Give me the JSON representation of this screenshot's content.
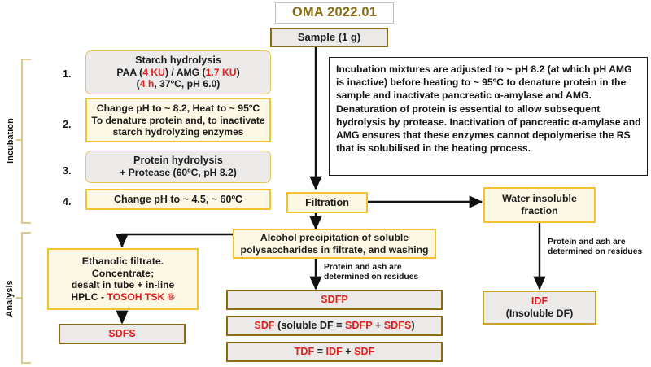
{
  "title_box": {
    "label": "OMA 2022.01"
  },
  "sample_box": {
    "label": "Sample (1 g)"
  },
  "section_labels": {
    "incubation": "Incubation",
    "analysis": "Analysis"
  },
  "steps": [
    {
      "number": "1.",
      "line1": "Starch hydrolysis",
      "line2_a": "PAA (",
      "line2_red1": "4 KU",
      "line2_b": ") / AMG (",
      "line2_red2": "1.7 KU",
      "line2_c": ")",
      "line3_red": "4 h",
      "line3_rest": ", 37ºC, pH 6.0)",
      "line3_pre": "("
    },
    {
      "number": "2.",
      "line1": "Change pH to ~ 8.2, Heat to ~ 95ºC",
      "line2": "To denature protein and, to inactivate",
      "line3": "starch hydrolyzing enzymes"
    },
    {
      "number": "3.",
      "line1": "Protein hydrolysis",
      "line2": "+ Protease (60ºC, pH 8.2)"
    },
    {
      "number": "4.",
      "line1": "Change pH to ~ 4.5, ~ 60ºC"
    }
  ],
  "note": {
    "text": "Incubation mixtures are adjusted to ~ pH 8.2 (at which pH AMG is inactive) before heating to ~ 95ºC to denature protein in the sample and inactivate pancreatic α-amylase and AMG. Denaturation of protein is essential to allow subsequent hydrolysis by protease. Inactivation of pancreatic α-amylase and AMG ensures that these enzymes cannot depolymerise the RS that is solubilised in the heating process."
  },
  "filtration_box": {
    "label": "Filtration"
  },
  "water_insoluble_box": {
    "line1": "Water insoluble",
    "line2": "fraction"
  },
  "alcohol_box": {
    "line1": "Alcohol  precipitation of soluble",
    "line2": "polysaccharides in filtrate,  and washing"
  },
  "ethanolic_box": {
    "line1": "Ethanolic filtrate.",
    "line2": "Concentrate;",
    "line3": "desalt in tube + in-line",
    "line4_pre": "HPLC - ",
    "line4_red": "TOSOH TSK ®"
  },
  "captions": {
    "protein_ash_left_l1": "Protein and ash are",
    "protein_ash_left_l2": "determined on residues",
    "protein_ash_right_l1": "Protein and ash are",
    "protein_ash_right_l2": "determined on residues"
  },
  "results": {
    "sdfs": {
      "label": "SDFS"
    },
    "sdfp": {
      "label": "SDFP"
    },
    "sdf": {
      "pre": "SDF",
      "mid": " (soluble DF = ",
      "a": "SDFP",
      "plus": " + ",
      "b": "SDFS",
      "post": ")"
    },
    "tdf": {
      "pre": "TDF",
      "eq": " = ",
      "a": "IDF",
      "plus": " + ",
      "b": "SDF"
    },
    "idf": {
      "label": "IDF",
      "sub": "(Insoluble DF)"
    }
  },
  "colors": {
    "accent_gold": "#f2c231",
    "dark_gold": "#8a6a12",
    "red": "#e02020",
    "gray_fill": "#eceae8",
    "cream_fill": "#fdf8e3"
  }
}
